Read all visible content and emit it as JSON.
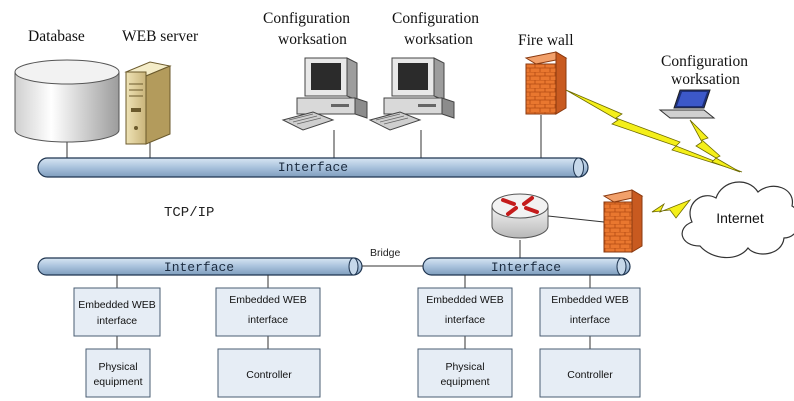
{
  "top_labels": {
    "database": "Database",
    "web_server": "WEB server",
    "config1_line1": "Configuration",
    "config1_line2": "worksation",
    "config2_line1": "Configuration",
    "config2_line2": "worksation",
    "firewall": "Fire wall",
    "config3_line1": "Configuration",
    "config3_line2": "worksation"
  },
  "buses": {
    "top": "Interface",
    "left": "Interface",
    "right": "Interface"
  },
  "protocol": "TCP/IP",
  "bridge": "Bridge",
  "internet": "Internet",
  "nodes": {
    "ew1_line1": "Embedded WEB",
    "ew1_line2": "interface",
    "ew2_line1": "Embedded WEB",
    "ew2_line2": "interface",
    "ew3_line1": "Embedded WEB",
    "ew3_line2": "interface",
    "ew4_line1": "Embedded WEB",
    "ew4_line2": "interface",
    "pe1_line1": "Physical",
    "pe1_line2": "equipment",
    "ctrl1": "Controller",
    "pe2_line1": "Physical",
    "pe2_line2": "equipment",
    "ctrl2": "Controller"
  },
  "colors": {
    "bus_fill": "#b9cfe4",
    "bus_stroke": "#1f3550",
    "box_fill": "#e6edf5",
    "box_stroke": "#4a5d72",
    "firewall": "#e9772f",
    "lightning": "#f4ef1a"
  }
}
